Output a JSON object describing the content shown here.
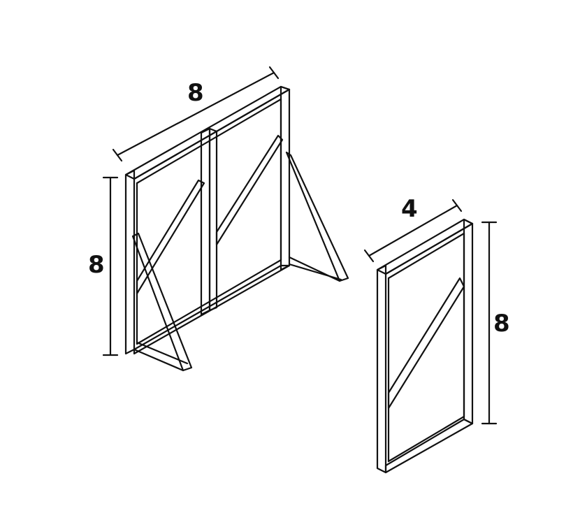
{
  "dimensions": {
    "left_width": "8",
    "left_height": "8",
    "right_width": "4",
    "right_height": "8"
  },
  "colors": {
    "line": "#111111",
    "background": "#ffffff"
  }
}
